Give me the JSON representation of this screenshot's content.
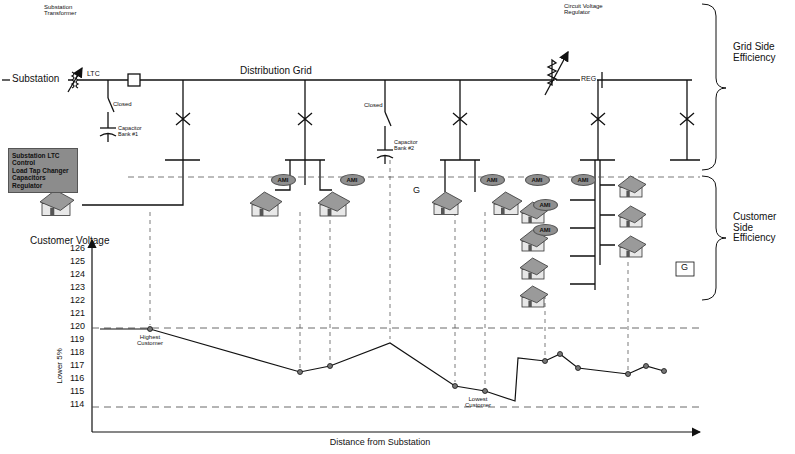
{
  "diagram": {
    "nodes": [
      {
        "text": [
          "Substation LTC Control",
          "Load Tap Changer Capacitors Regulator"
        ]
      },
      {
        "text": [
          "AMI"
        ]
      },
      {
        "text": [
          "AMI"
        ]
      },
      {
        "text": [
          "AMI"
        ]
      },
      {
        "text": [
          "AMI"
        ]
      },
      {
        "text": [
          "AMI"
        ]
      },
      {
        "text": [
          "AMI"
        ]
      },
      {
        "text": [
          "AMI"
        ]
      }
    ],
    "labels": [
      "Substation",
      "Substation Transformer",
      "LTC",
      "Distribution Grid",
      "Closed",
      "Capacitor Bank #1",
      "Closed",
      "Capacitor Bank #2",
      "Circuit Voltage Regulator",
      "REG",
      "Grid Side Efficiency",
      "Customer Side Efficiency",
      "G",
      "G",
      "Customer Voltage",
      "126",
      "125",
      "124",
      "123",
      "122",
      "121",
      "120",
      "119",
      "118",
      "117",
      "116",
      "115",
      "114",
      "Lower 5%",
      "Highest Customer",
      "Lowest Customer",
      "Distance from Substation"
    ]
  }
}
